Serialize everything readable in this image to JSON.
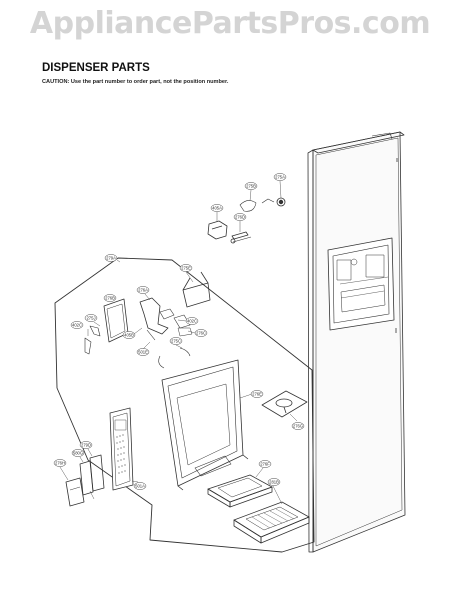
{
  "watermark": "AppliancePartsPros.com",
  "heading": "DISPENSER PARTS",
  "caution": "CAUTION: Use the part number to order part, not the position number.",
  "callouts": [
    {
      "id": "c-275a",
      "label": "275A"
    },
    {
      "id": "c-275b",
      "label": "275B"
    },
    {
      "id": "c-405a",
      "label": "405A"
    },
    {
      "id": "c-276d",
      "label": "276D"
    },
    {
      "id": "c-279a",
      "label": "279A"
    },
    {
      "id": "c-275e",
      "label": "275E"
    },
    {
      "id": "c-276a",
      "label": "276A"
    },
    {
      "id": "c-276b",
      "label": "276B"
    },
    {
      "id": "c-402c",
      "label": "402C"
    },
    {
      "id": "c-275j",
      "label": "275J"
    },
    {
      "id": "c-405b",
      "label": "405B"
    },
    {
      "id": "c-402c2",
      "label": "402C"
    },
    {
      "id": "c-276c",
      "label": "276C"
    },
    {
      "id": "c-275c",
      "label": "275C"
    },
    {
      "id": "c-501e",
      "label": "501E"
    },
    {
      "id": "c-276e",
      "label": "276E"
    },
    {
      "id": "c-276g",
      "label": "276G"
    },
    {
      "id": "c-279d",
      "label": "279D"
    },
    {
      "id": "c-580g",
      "label": "580G"
    },
    {
      "id": "c-501a",
      "label": "501A"
    },
    {
      "id": "c-276h",
      "label": "276H"
    },
    {
      "id": "c-276f",
      "label": "276F"
    },
    {
      "id": "c-281b",
      "label": "281B"
    }
  ]
}
